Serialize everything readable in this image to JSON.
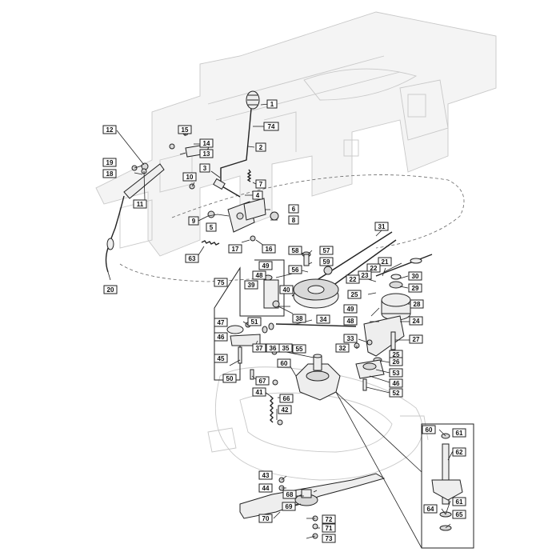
{
  "diagram": {
    "part_numbers": [
      "1",
      "74",
      "2",
      "3",
      "4",
      "5",
      "6",
      "7",
      "8",
      "9",
      "10",
      "11",
      "12",
      "13",
      "14",
      "15",
      "16",
      "17",
      "18",
      "19",
      "20",
      "63",
      "31",
      "58",
      "57",
      "56",
      "59",
      "21",
      "22",
      "23",
      "25",
      "30",
      "29",
      "28",
      "75",
      "49",
      "48",
      "39",
      "40",
      "38",
      "47",
      "51",
      "46",
      "45",
      "37",
      "36",
      "35",
      "34",
      "24",
      "33",
      "32",
      "27",
      "26",
      "55",
      "60",
      "53",
      "52",
      "50",
      "67",
      "41",
      "66",
      "42",
      "61",
      "62",
      "64",
      "65",
      "43",
      "44",
      "68",
      "69",
      "70",
      "71",
      "72",
      "73"
    ]
  }
}
